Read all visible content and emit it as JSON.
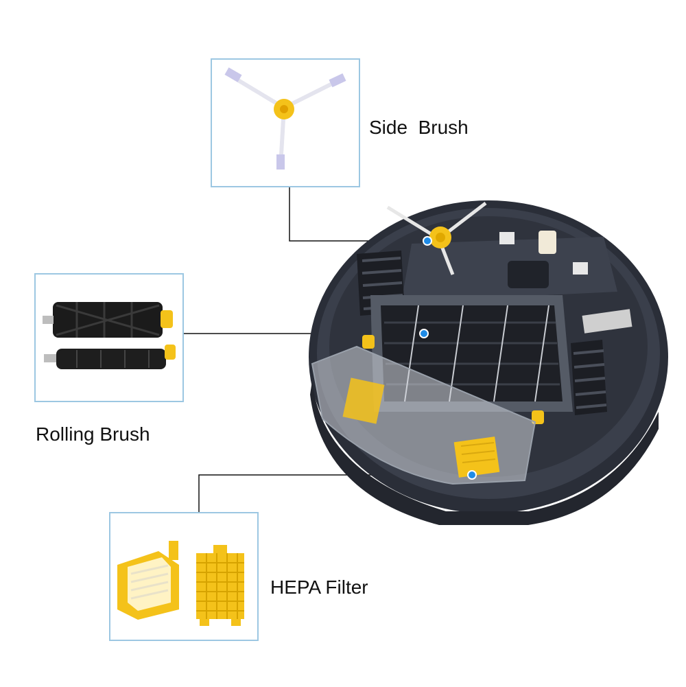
{
  "callouts": {
    "side_brush": {
      "label": "Side  Brush",
      "icon": "side-brush-part-icon"
    },
    "rolling_brush": {
      "label": "Rolling Brush",
      "icon": "rolling-brush-part-icon"
    },
    "hepa_filter": {
      "label": "HEPA Filter",
      "icon": "hepa-filter-part-icon"
    }
  },
  "colors": {
    "box_border": "#9cc7e2",
    "marker": "#1f8be6",
    "robot_body": "#2a2e38",
    "part_yellow": "#f4c21a"
  }
}
